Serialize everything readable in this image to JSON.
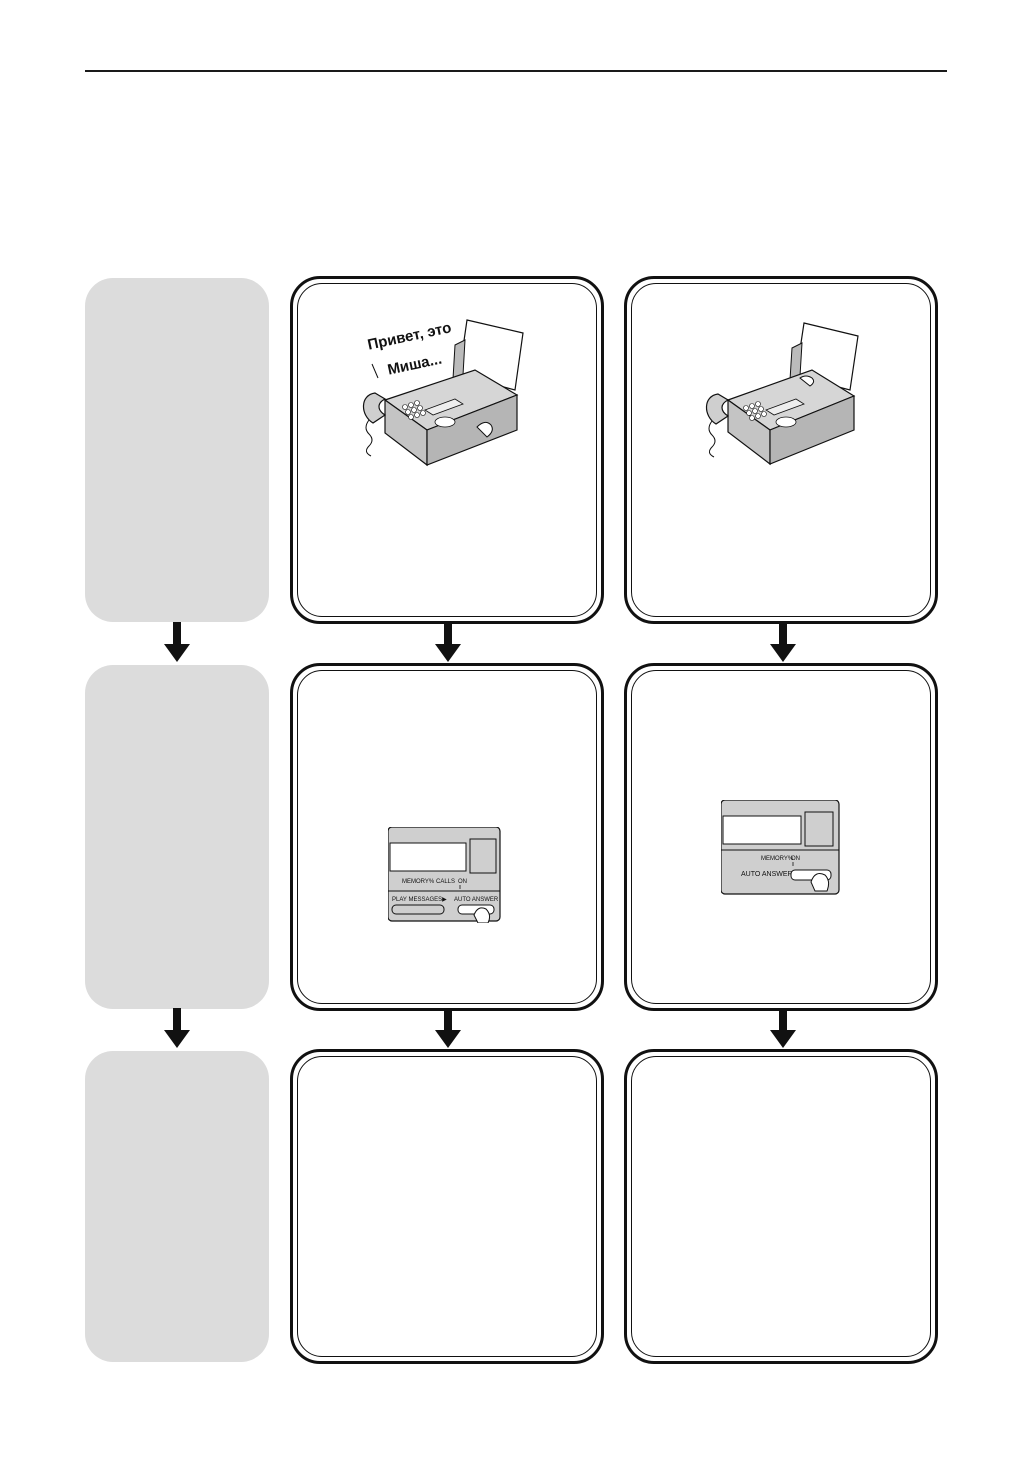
{
  "speech_bubble": {
    "line1": "Привет, это",
    "line2": "Миша..."
  },
  "panel_left_mid": {
    "labels": {
      "memory": "MEMORY%",
      "calls": "CALLS",
      "on": "ON",
      "play_messages": "PLAY MESSAGES▶",
      "auto_answer": "AUTO ANSWER"
    }
  },
  "panel_right_mid": {
    "labels": {
      "memory": "MEMORY%",
      "on": "ON",
      "auto_answer": "AUTO ANSWER"
    }
  },
  "colors": {
    "side_box": "#dcdcdc",
    "border": "#111111"
  }
}
